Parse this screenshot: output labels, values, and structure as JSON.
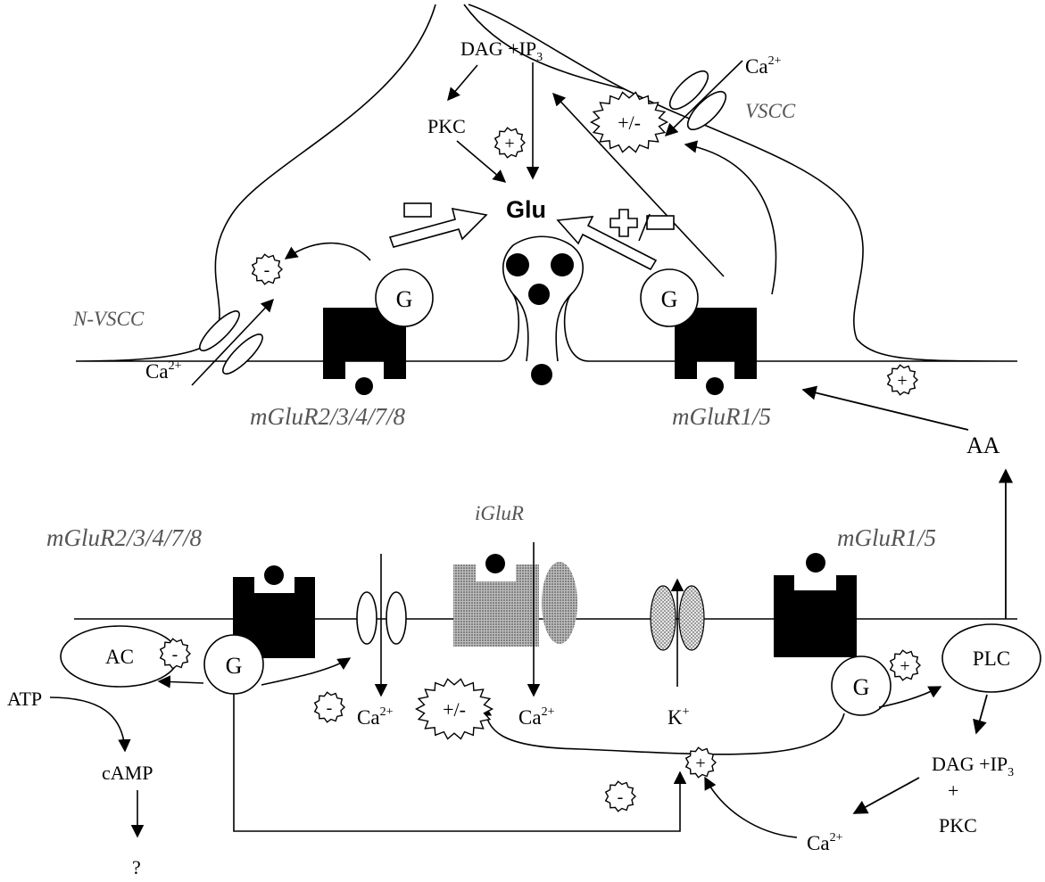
{
  "labels": {
    "dag_ip3_top_main": "DAG +IP",
    "dag_ip3_top_sub": "3",
    "pkc_top": "PKC",
    "glu": "Glu",
    "ca_top_right_main": "Ca",
    "ca_top_right_sup": "2+",
    "vscc": "VSCC",
    "n_vscc": "N-VSCC",
    "ca_presyn_left_main": "Ca",
    "ca_presyn_left_sup": "2+",
    "g": "G",
    "mglur_group23": "mGluR2/3/4/7/8",
    "mglur_group1": "mGluR1/5",
    "aa": "AA",
    "iglur": "iGluR",
    "ac": "AC",
    "plc": "PLC",
    "atp": "ATP",
    "camp": "cAMP",
    "question": "?",
    "ca_main": "Ca",
    "ca_sup": "2+",
    "k_main": "K",
    "k_sup": "+",
    "dag_ip3_bottom_main": "DAG +IP",
    "dag_ip3_bottom_sub": "3",
    "plus_sign": "+",
    "pkc_bottom": "PKC",
    "badge_plus": "+",
    "badge_minus": "-",
    "badge_plusminus": "+/-"
  },
  "icons": [
    "minus-block-icon",
    "plus-outline-icon",
    "burst-badge-icon",
    "arrow-icon",
    "hollow-arrow-icon"
  ]
}
